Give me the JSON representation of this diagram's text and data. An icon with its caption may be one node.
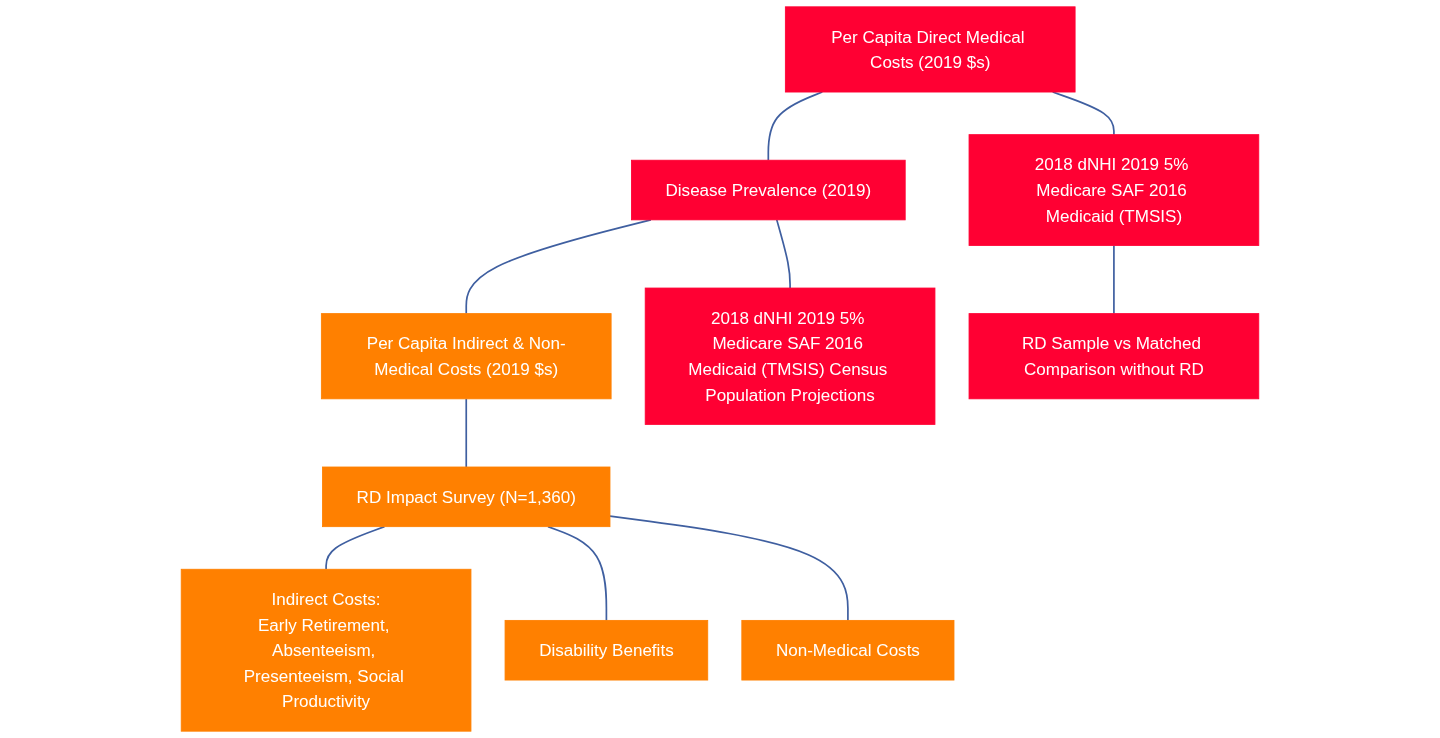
{
  "diagram": {
    "nodes": [
      {
        "text": [
          "Per Capita Direct Medical Costs (2019 $s)"
        ]
      },
      {
        "text": [
          "Disease Prevalence (2019)"
        ]
      },
      {
        "text": [
          "Per Capita Indirect & Non-Medical Costs (2019 $s)"
        ]
      },
      {
        "text": [
          "2018 dNHI 2019 5% Medicare SAF 2016 Medicaid (TMSIS)"
        ]
      },
      {
        "text": [
          "2018 dNHI 2019 5% Medicare SAF 2016 Medicaid (TMSIS) Census Population Projections"
        ]
      },
      {
        "text": [
          "RD Impact Survey (N=1,360)"
        ]
      },
      {
        "text": [
          "RD Sample vs Matched Comparison without RD"
        ]
      },
      {
        "text": [
          "Indirect Costs:",
          "Early Retirement, Absenteeism, Presenteeism, Social Productivity"
        ]
      },
      {
        "text": [
          "Disability Benefits"
        ]
      },
      {
        "text": [
          "Non-Medical Costs"
        ]
      }
    ],
    "edges": [
      {
        "from": 0,
        "to": 1,
        "arrow": "none"
      },
      {
        "from": 1,
        "to": 2,
        "arrow": "none"
      },
      {
        "from": 0,
        "to": 3,
        "arrow": "none"
      },
      {
        "from": 1,
        "to": 4,
        "arrow": "none"
      },
      {
        "from": 2,
        "to": 5,
        "arrow": "none"
      },
      {
        "from": 3,
        "to": 6,
        "arrow": "none"
      },
      {
        "from": 5,
        "to": 7,
        "arrow": "none"
      },
      {
        "from": 5,
        "to": 8,
        "arrow": "none"
      },
      {
        "from": 5,
        "to": 9,
        "arrow": "none"
      }
    ]
  }
}
